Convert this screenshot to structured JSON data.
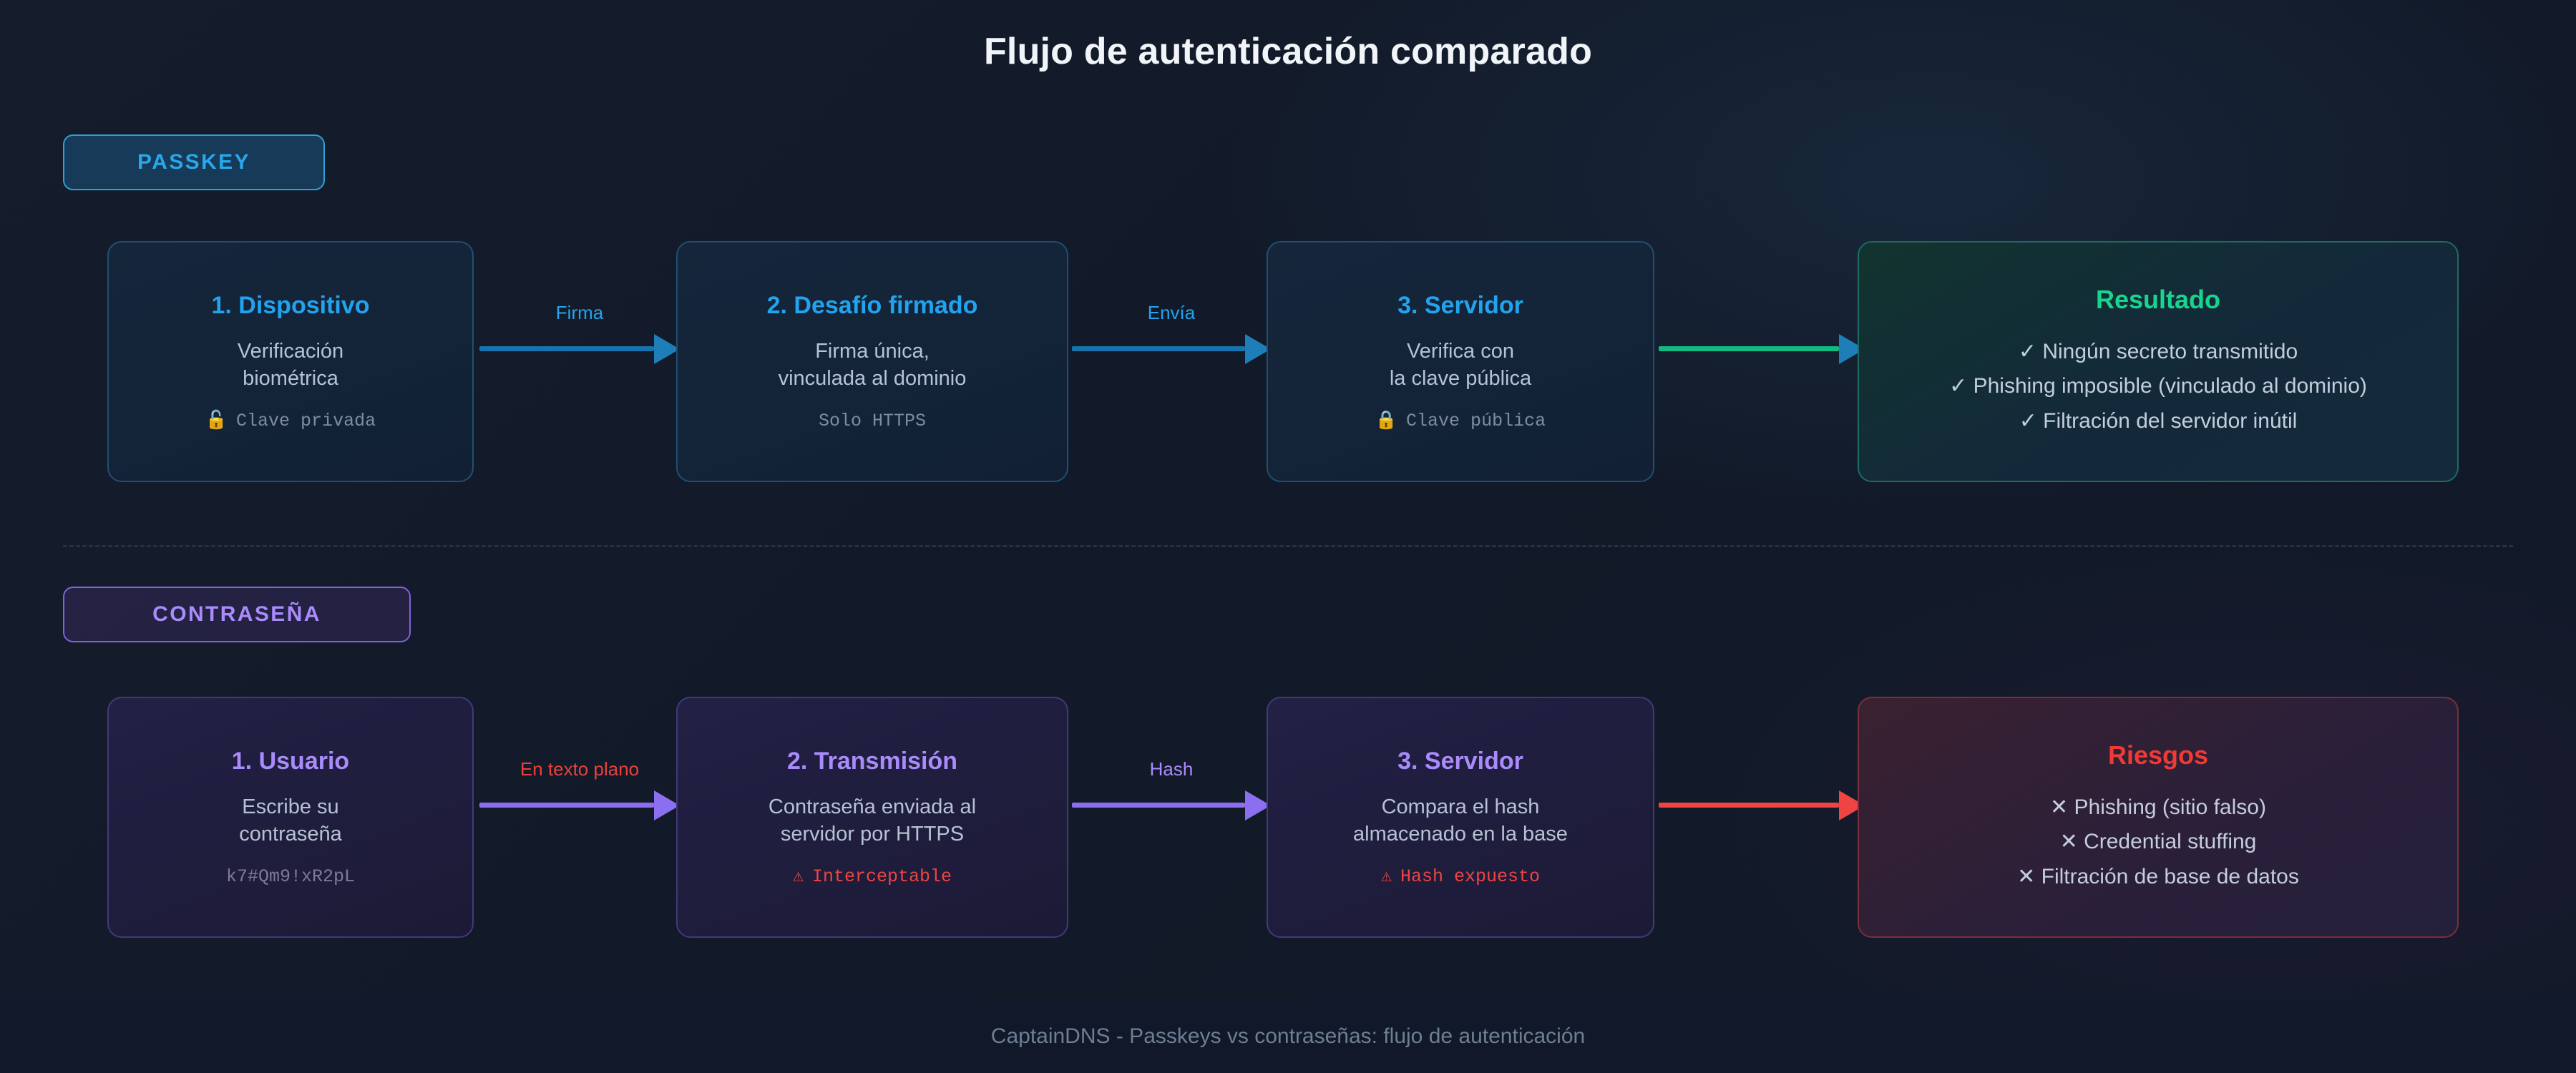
{
  "title": "Flujo de autenticación comparado",
  "colors": {
    "blue": "#22a3ee",
    "purple": "#a98bfb",
    "green": "#19d48f",
    "red": "#ef3a36",
    "background": "#141c2b"
  },
  "sections": [
    {
      "badge": "PASSKEY",
      "steps": [
        {
          "title": "1. Dispositivo",
          "desc": "Verificación\nbiométrica",
          "note": "Clave privada",
          "note_icon": "unlocked-padlock-icon",
          "note_glyph": "🔓"
        },
        {
          "title": "2. Desafío firmado",
          "desc": "Firma única,\nvinculada al dominio",
          "note": "Solo HTTPS",
          "note_icon": "",
          "note_glyph": ""
        },
        {
          "title": "3. Servidor",
          "desc": "Verifica con\nla clave pública",
          "note": "Clave pública",
          "note_icon": "locked-padlock-icon",
          "note_glyph": "🔒"
        }
      ],
      "connectors": [
        {
          "label": "Firma"
        },
        {
          "label": "Envía"
        },
        {
          "label": ""
        }
      ],
      "outcome": {
        "title": "Resultado",
        "lines": [
          "✓ Ningún secreto transmitido",
          "✓ Phishing imposible (vinculado al dominio)",
          "✓ Filtración del servidor inútil"
        ]
      }
    },
    {
      "badge": "CONTRASEÑA",
      "steps": [
        {
          "title": "1. Usuario",
          "desc": "Escribe su\ncontraseña",
          "note": "k7#Qm9!xR2pL",
          "note_icon": "",
          "note_glyph": ""
        },
        {
          "title": "2. Transmisión",
          "desc": "Contraseña enviada al\nservidor por HTTPS",
          "note": "Interceptable",
          "note_icon": "warning-triangle-icon",
          "note_glyph": "⚠",
          "danger": true
        },
        {
          "title": "3. Servidor",
          "desc": "Compara el hash\nalmacenado en la base",
          "note": "Hash expuesto",
          "note_icon": "warning-triangle-icon",
          "note_glyph": "⚠",
          "danger": true
        }
      ],
      "connectors": [
        {
          "label": "En texto plano"
        },
        {
          "label": "Hash"
        },
        {
          "label": ""
        }
      ],
      "outcome": {
        "title": "Riesgos",
        "lines": [
          "✕ Phishing (sitio falso)",
          "✕ Credential stuffing",
          "✕ Filtración de base de datos"
        ]
      }
    }
  ],
  "footer": "CaptainDNS - Passkeys vs contraseñas: flujo de autenticación"
}
